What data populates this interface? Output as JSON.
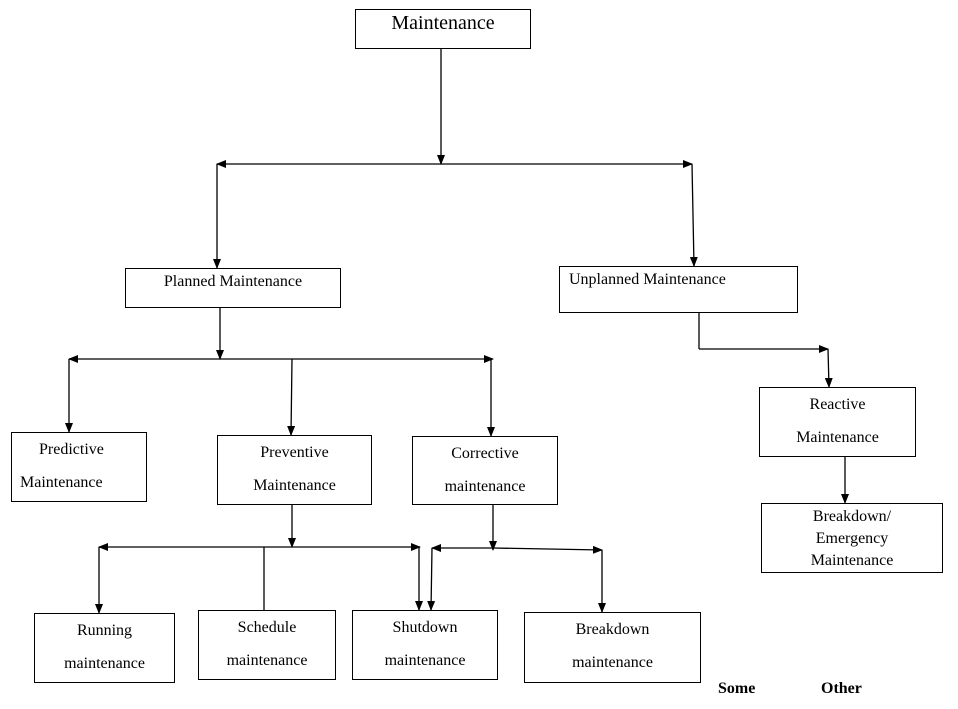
{
  "diagram": {
    "root": "Maintenance",
    "planned": "Planned Maintenance",
    "unplanned": "Unplanned Maintenance",
    "predictive": [
      "Predictive",
      "Maintenance"
    ],
    "preventive": [
      "Preventive",
      "Maintenance"
    ],
    "corrective": [
      "Corrective",
      "maintenance"
    ],
    "reactive": [
      "Reactive",
      "Maintenance"
    ],
    "breakdown_emergency": [
      "Breakdown/",
      "Emergency",
      "Maintenance"
    ],
    "running": [
      "Running",
      "maintenance"
    ],
    "schedule": [
      "Schedule",
      "maintenance"
    ],
    "shutdown": [
      "Shutdown",
      "maintenance"
    ],
    "breakdown": [
      "Breakdown",
      "maintenance"
    ]
  },
  "footer": {
    "word_1": "Some",
    "word_2": "Other"
  },
  "colors": {
    "line": "#000000",
    "box_border": "#000000",
    "background": "#ffffff"
  }
}
